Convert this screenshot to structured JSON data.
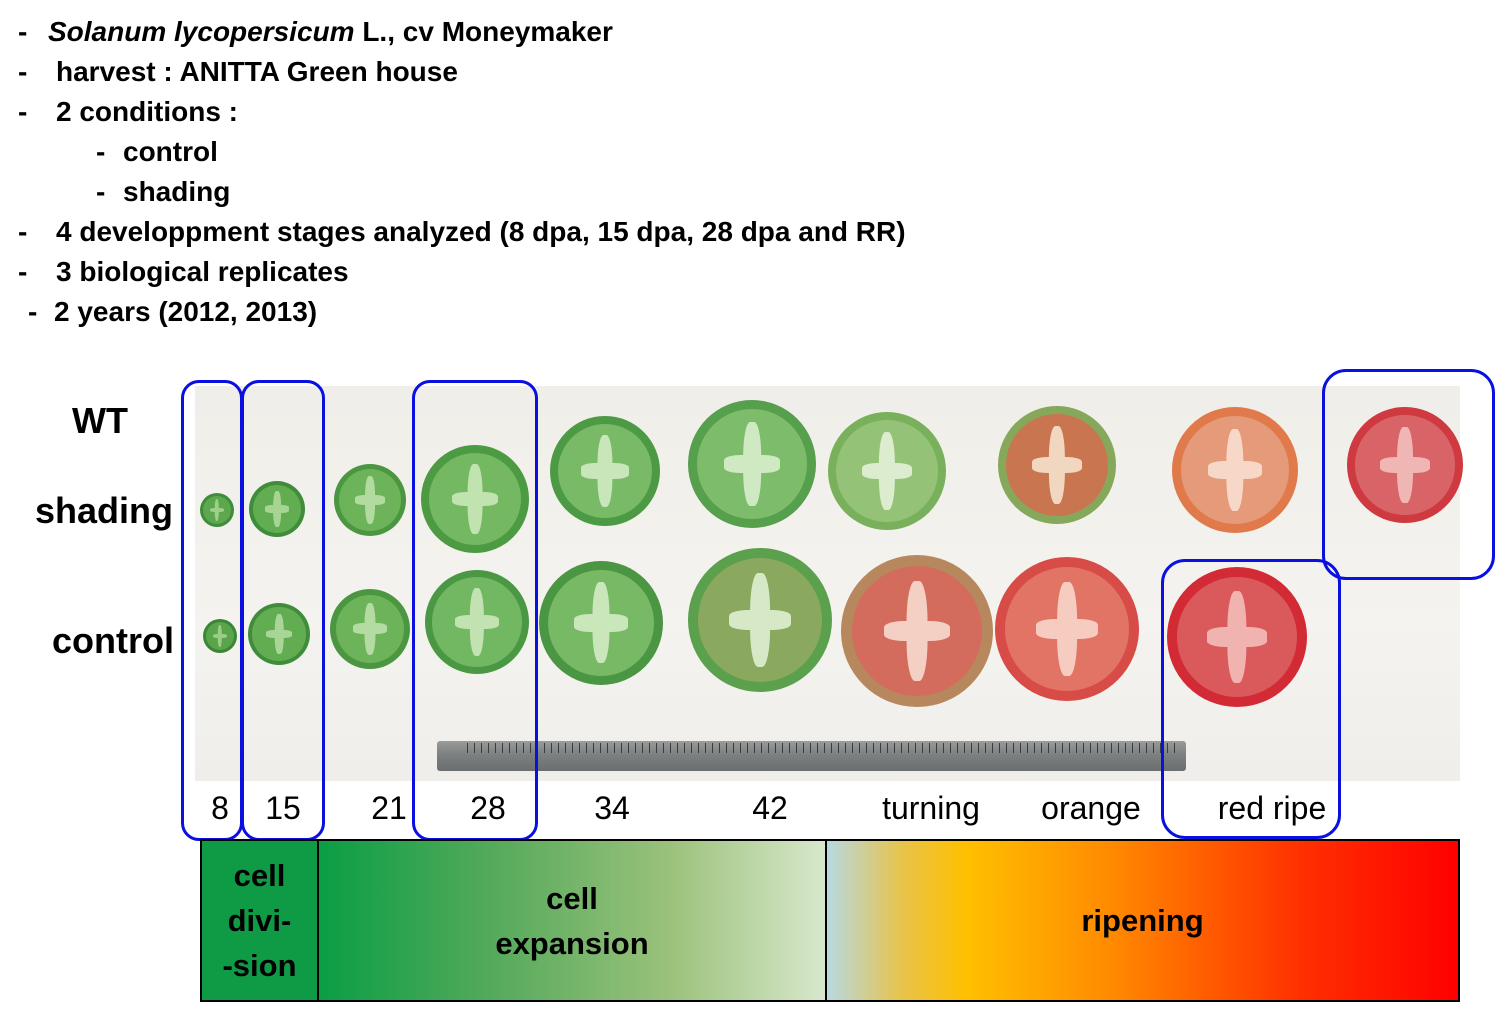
{
  "bullets": [
    {
      "dash": "-",
      "italic": "Solanum lycopersicum",
      "rest": " L., cv Moneymaker"
    },
    {
      "dash": "-",
      "text": "harvest :  ANITTA Green house"
    },
    {
      "dash": "-",
      "text": "2 conditions :"
    },
    {
      "dash": "-",
      "text": "control"
    },
    {
      "dash": "-",
      "text": "shading"
    },
    {
      "dash": "-",
      "text": "4 developpment stages analyzed (8 dpa, 15 dpa, 28 dpa and RR)"
    },
    {
      "dash": "-",
      "text": "3 biological replicates"
    },
    {
      "dash": "-",
      "text": "2 years (2012, 2013)"
    }
  ],
  "row_labels": {
    "wt": "WT",
    "shading": "shading",
    "control": "control"
  },
  "stages": [
    "8",
    "15",
    "21",
    "28",
    "34",
    "42",
    "turning",
    "orange",
    "red ripe"
  ],
  "phases": {
    "division": [
      "cell",
      "divi-",
      "-sion"
    ],
    "expansion": [
      "cell",
      "expansion"
    ],
    "ripening": "ripening"
  },
  "colors": {
    "highlight_box": "#0a10e0",
    "green_fruit": "#5aa34a",
    "ripe_fruit": "#d4303a",
    "division_phase": "#0f9a45",
    "ripening_phase_end": "#ff0000"
  }
}
